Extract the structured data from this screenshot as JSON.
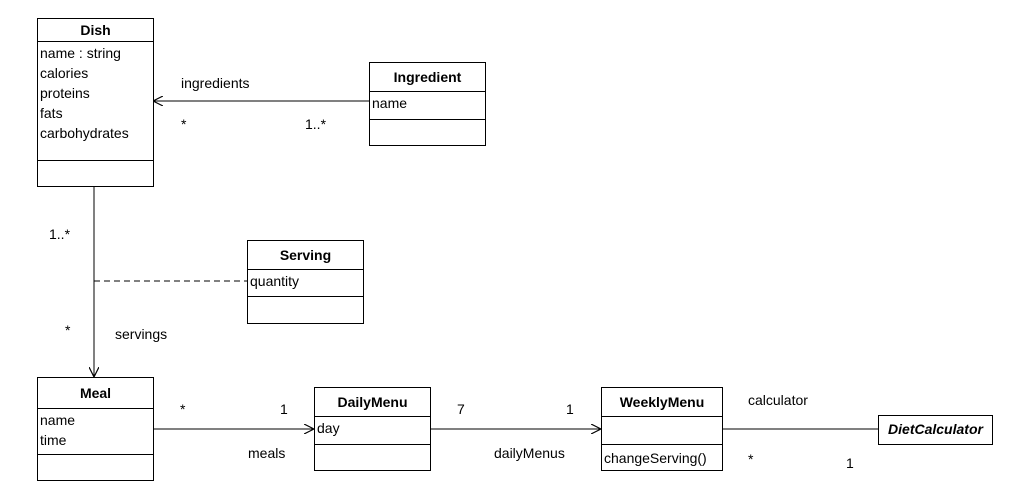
{
  "classes": {
    "dish": {
      "name": "Dish",
      "attributes": [
        "name : string",
        "calories",
        "proteins",
        "fats",
        "carbohydrates"
      ],
      "operations": []
    },
    "ingredient": {
      "name": "Ingredient",
      "attributes": [
        "name"
      ],
      "operations": []
    },
    "serving": {
      "name": "Serving",
      "attributes": [
        "quantity"
      ],
      "operations": []
    },
    "meal": {
      "name": "Meal",
      "attributes": [
        "name",
        "time"
      ],
      "operations": []
    },
    "daily_menu": {
      "name": "DailyMenu",
      "attributes": [
        "day"
      ],
      "operations": []
    },
    "weekly_menu": {
      "name": "WeeklyMenu",
      "attributes": [],
      "operations": [
        "changeServing()"
      ]
    },
    "diet_calculator": {
      "name": "DietCalculator"
    }
  },
  "associations": {
    "dish_ingredient": {
      "role": "ingredients",
      "dish_mult": "*",
      "ingredient_mult": "1..*"
    },
    "dish_meal": {
      "role": "servings",
      "dish_mult": "1..*",
      "meal_mult": "*"
    },
    "meal_daily": {
      "role": "meals",
      "meal_mult": "*",
      "daily_mult": "1"
    },
    "daily_weekly": {
      "role": "dailyMenus",
      "daily_mult": "7",
      "weekly_mult": "1"
    },
    "weekly_calc": {
      "role": "calculator",
      "weekly_mult": "*",
      "calc_mult": "1"
    }
  }
}
